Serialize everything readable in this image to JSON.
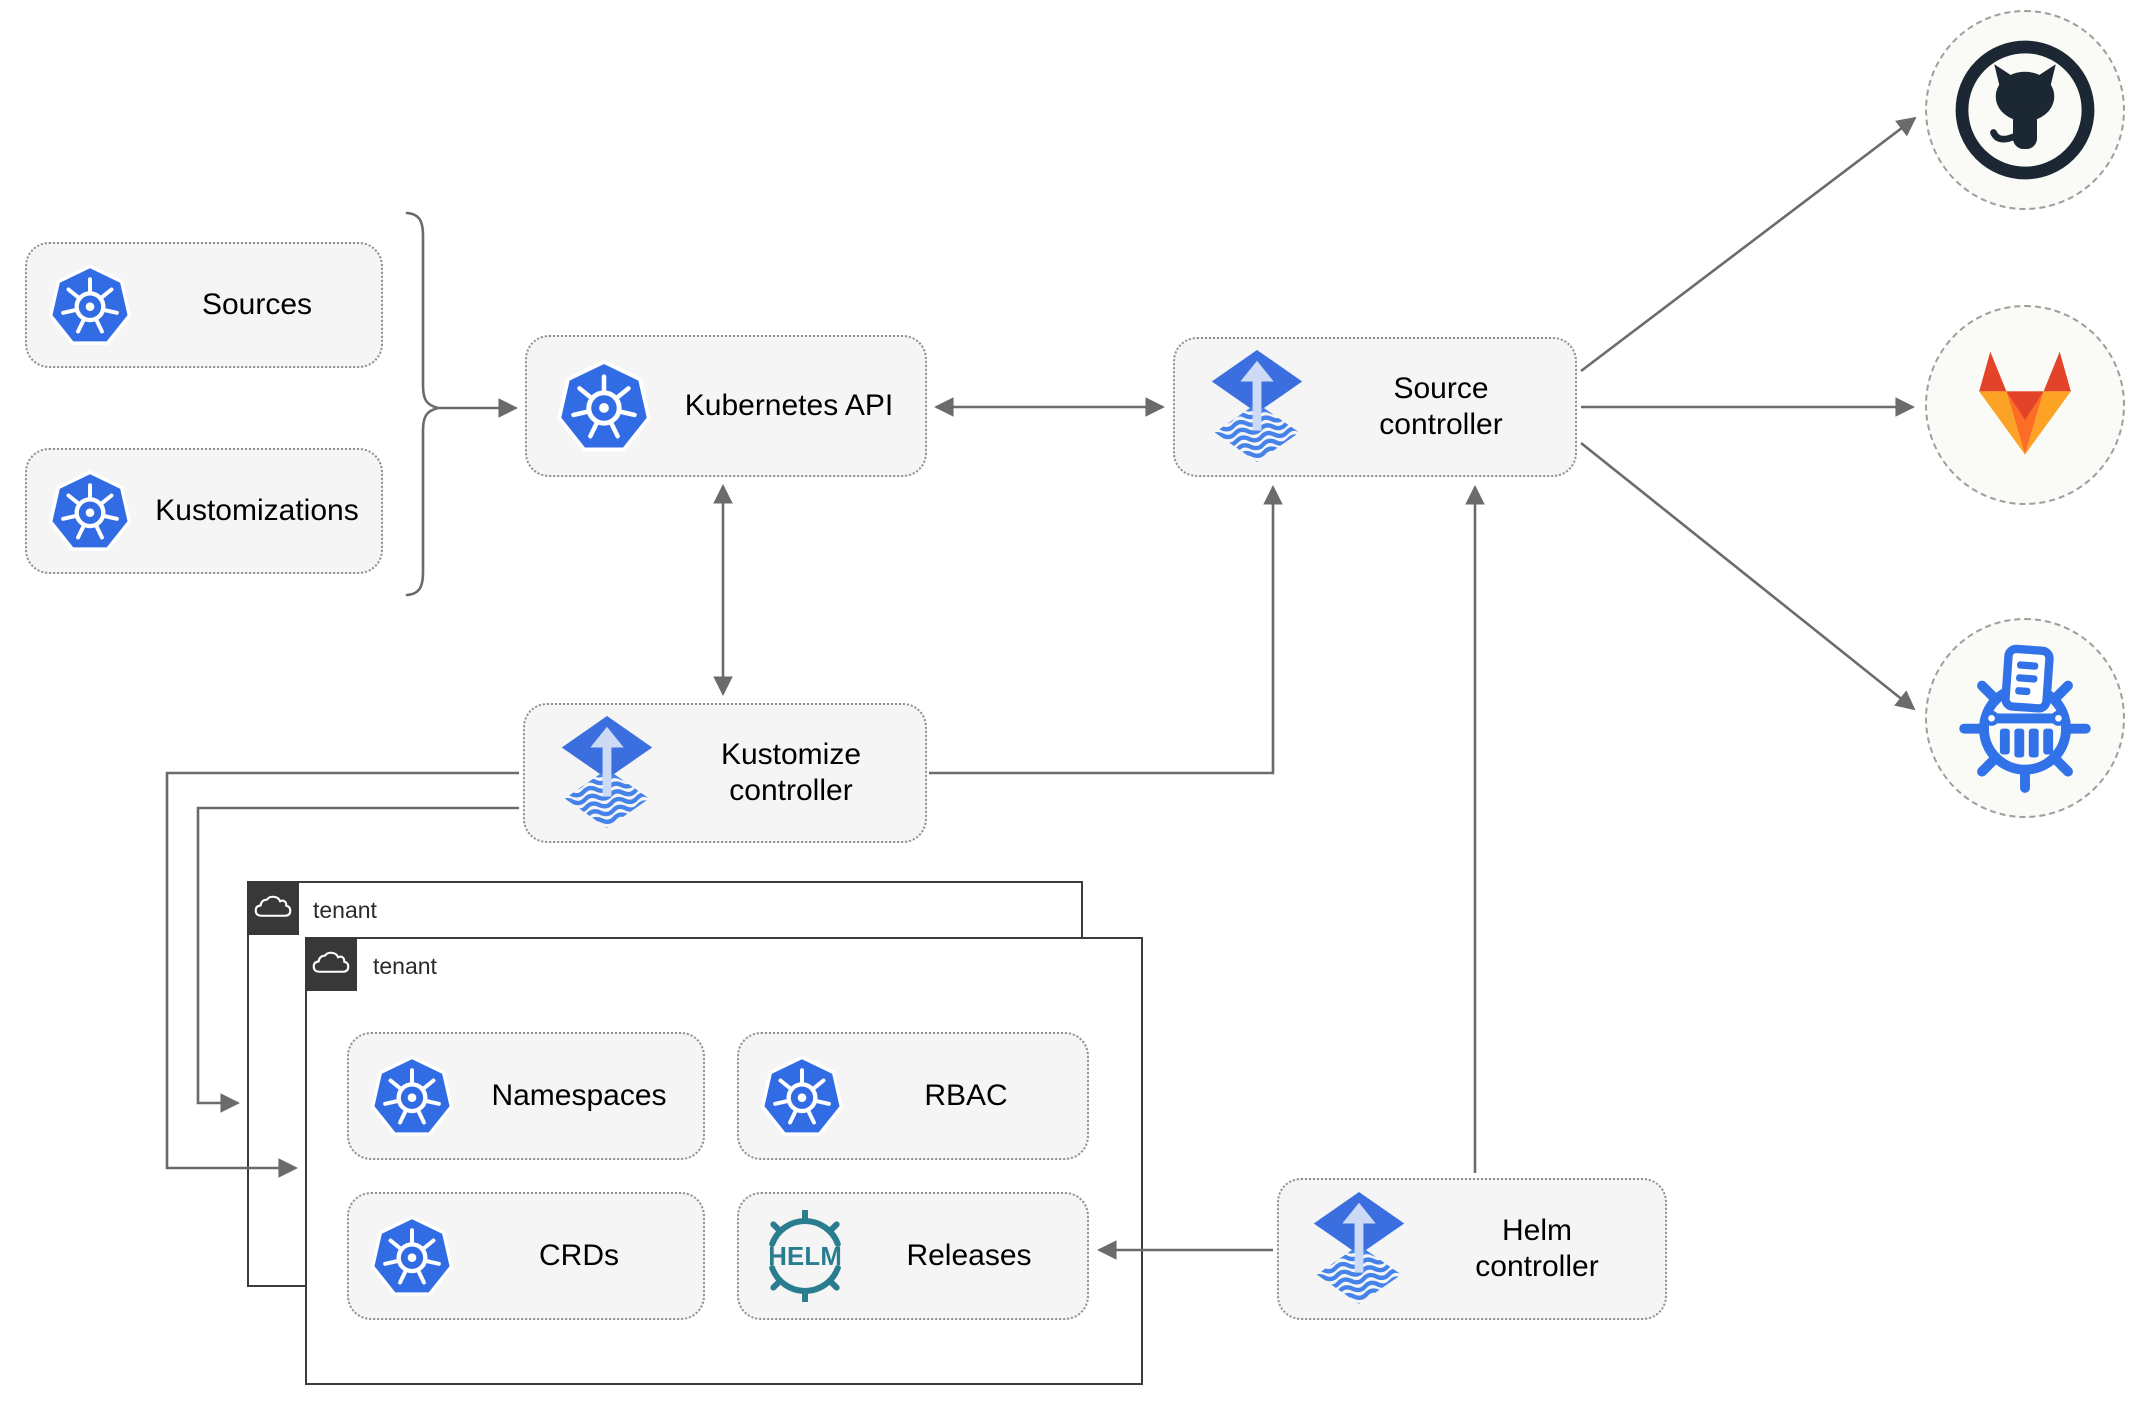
{
  "nodes": {
    "sources": {
      "label": "Sources",
      "icon": "kubernetes-icon"
    },
    "kustomizations": {
      "label": "Kustomizations",
      "icon": "kubernetes-icon"
    },
    "kubernetes_api": {
      "label": "Kubernetes API",
      "icon": "kubernetes-icon"
    },
    "source_controller": {
      "label": "Source controller",
      "icon": "flux-icon"
    },
    "kustomize_controller": {
      "label": "Kustomize controller",
      "icon": "flux-icon"
    },
    "helm_controller": {
      "label": "Helm controller",
      "icon": "flux-icon"
    },
    "namespaces": {
      "label": "Namespaces",
      "icon": "kubernetes-icon"
    },
    "rbac": {
      "label": "RBAC",
      "icon": "kubernetes-icon"
    },
    "crds": {
      "label": "CRDs",
      "icon": "kubernetes-icon"
    },
    "releases": {
      "label": "Releases",
      "icon": "helm-icon"
    }
  },
  "tenants": {
    "back": {
      "label": "tenant",
      "icon": "cloud-icon"
    },
    "front": {
      "label": "tenant",
      "icon": "cloud-icon"
    }
  },
  "external_repositories": [
    {
      "name": "github",
      "icon": "github-icon"
    },
    {
      "name": "gitlab",
      "icon": "gitlab-icon"
    },
    {
      "name": "helm-repository",
      "icon": "chartmuseum-icon"
    }
  ],
  "logo_text": {
    "helm": "HELM"
  },
  "edges": [
    {
      "from": "sources+kustomizations",
      "to": "kubernetes_api",
      "style": "arrow-with-brace"
    },
    {
      "from": "kubernetes_api",
      "to": "source_controller",
      "style": "double-arrow"
    },
    {
      "from": "kubernetes_api",
      "to": "kustomize_controller",
      "style": "double-arrow"
    },
    {
      "from": "kustomize_controller",
      "to": "source_controller",
      "style": "arrow"
    },
    {
      "from": "helm_controller",
      "to": "source_controller",
      "style": "arrow"
    },
    {
      "from": "helm_controller",
      "to": "releases",
      "style": "arrow"
    },
    {
      "from": "kustomize_controller",
      "to": "tenant_front",
      "style": "arrow"
    },
    {
      "from": "kustomize_controller",
      "to": "tenant_back",
      "style": "arrow"
    },
    {
      "from": "source_controller",
      "to": "github",
      "style": "arrow"
    },
    {
      "from": "source_controller",
      "to": "gitlab",
      "style": "arrow"
    },
    {
      "from": "source_controller",
      "to": "helm-repository",
      "style": "arrow"
    }
  ],
  "colors": {
    "kubernetes_blue": "#326ce5",
    "flux_blue": "#3b6fe0",
    "flux_arrow_light": "#ccdaf6",
    "flux_stripe_blue": "#4583ea",
    "helm_teal": "#2a7d8e",
    "github_dark": "#1b2733",
    "gitlab_red_orange": "#e24329",
    "gitlab_orange": "#fc6d26",
    "gitlab_light_orange": "#fca326",
    "chartmuseum_blue": "#3272e8",
    "node_fill": "#f5f5f5",
    "node_border": "#8f8f8f",
    "connector_gray": "#6b6b6b",
    "tenant_tab_dark": "#383838",
    "circle_fill": "#fafaf7"
  }
}
